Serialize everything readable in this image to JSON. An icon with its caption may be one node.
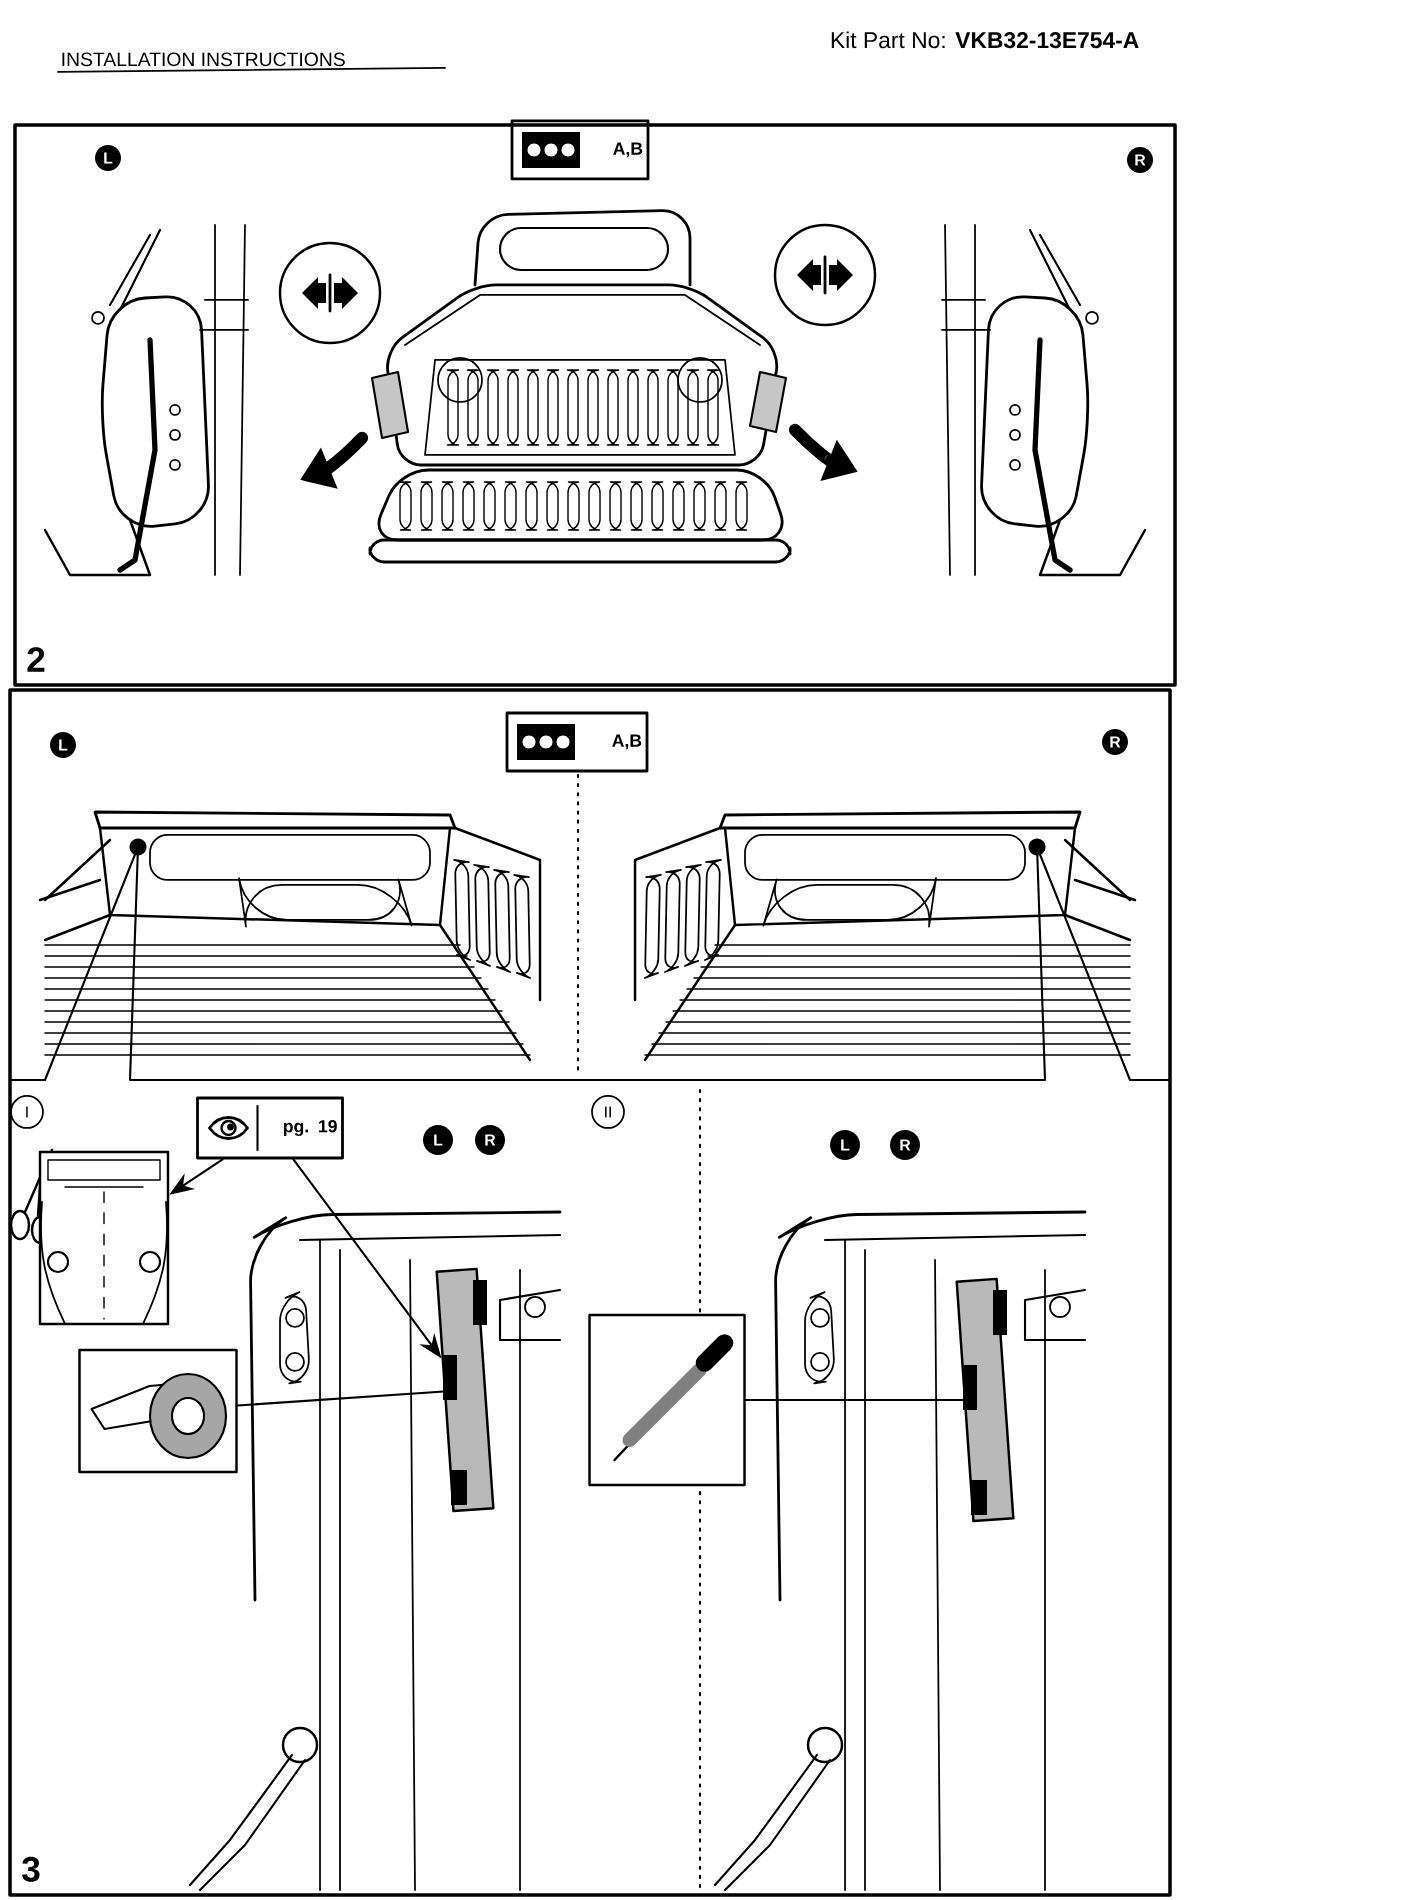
{
  "diagram": {
    "title": "INSTALLATION INSTRUCTIONS",
    "nodes": [
      {
        "text": [
          "2"
        ]
      },
      {
        "text": [
          "A,B"
        ],
        "in": 0
      },
      {
        "text": [
          "L"
        ],
        "in": 0
      },
      {
        "text": [
          "R"
        ],
        "in": 0
      },
      {
        "text": [
          "3"
        ]
      },
      {
        "text": [
          "A,B"
        ],
        "in": 4
      },
      {
        "text": [
          "L"
        ],
        "in": 4
      },
      {
        "text": [
          "R"
        ],
        "in": 4
      },
      {
        "text": [
          "I"
        ],
        "in": 4
      },
      {
        "text": [
          "II"
        ],
        "in": 4
      },
      {
        "text": [
          "pg. 19"
        ],
        "in": 4
      },
      {
        "text": [
          "L"
        ],
        "in": 4
      },
      {
        "text": [
          "R"
        ],
        "in": 4
      },
      {
        "text": [
          "L"
        ],
        "in": 4
      },
      {
        "text": [
          "R"
        ],
        "in": 4
      },
      {
        "text": [],
        "shape": "picture",
        "in": 4
      },
      {
        "text": [],
        "shape": "picture",
        "in": 4
      },
      {
        "text": [],
        "shape": "bar",
        "in": 4
      },
      {
        "text": [],
        "shape": "picture",
        "in": 4
      },
      {
        "text": [],
        "shape": "bar",
        "in": 4
      }
    ],
    "edges": [
      {
        "from": 10,
        "to": 15,
        "arrow": "to"
      },
      {
        "from": 10,
        "to": 17,
        "arrow": "to"
      },
      {
        "from": 16,
        "to": 17,
        "arrow": "none"
      },
      {
        "from": 18,
        "to": 19,
        "arrow": "none"
      }
    ],
    "labels": [
      "Kit Part No: **VKB32-13E754-A**"
    ]
  }
}
